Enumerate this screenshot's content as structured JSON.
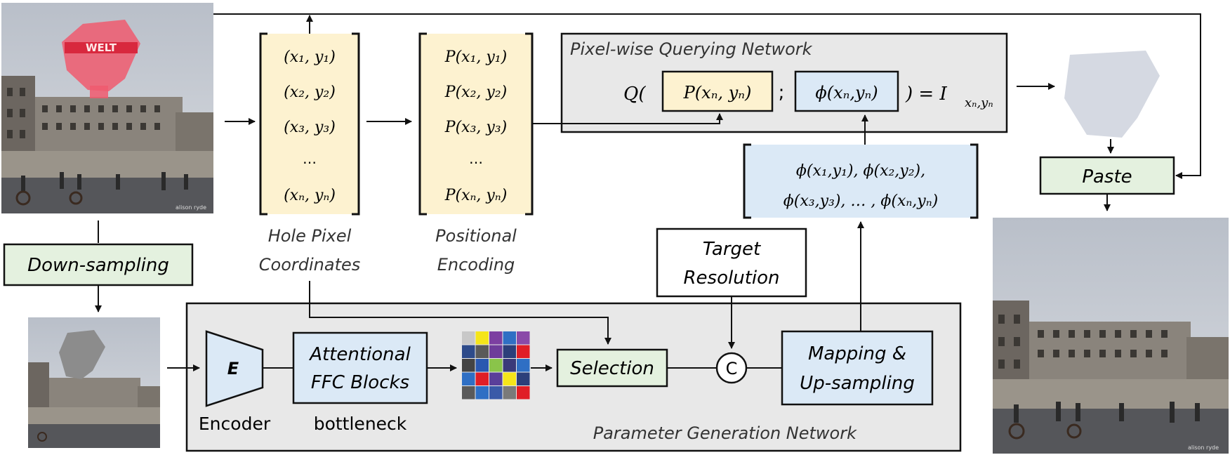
{
  "labels": {
    "downsampling": "Down-sampling",
    "hole_pixel_1": "Hole Pixel",
    "hole_pixel_2": "Coordinates",
    "positional_1": "Positional",
    "positional_2": "Encoding",
    "pqn_title": "Pixel-wise Querying Network",
    "target_1": "Target",
    "target_2": "Resolution",
    "paste": "Paste",
    "encoder_letter": "E",
    "encoder": "Encoder",
    "ffc_1": "Attentional",
    "ffc_2": "FFC Blocks",
    "bottleneck": "bottleneck",
    "selection": "Selection",
    "concat": "C",
    "mapping_1": "Mapping &",
    "mapping_2": "Up-sampling",
    "pgn_title": "Parameter Generation Network",
    "balloon_text": "WELT",
    "watermark": "alison ryde"
  },
  "coords": {
    "c1": "(x₁, y₁)",
    "c2": "(x₂, y₂)",
    "c3": "(x₃, y₃)",
    "dots": "…",
    "cn": "(xₙ, yₙ)"
  },
  "pos_enc": {
    "p1": "P(x₁, y₁)",
    "p2": "P(x₂, y₂)",
    "p3": "P(x₃, y₃)",
    "dots": "…",
    "pn": "P(xₙ, yₙ)"
  },
  "query": {
    "q_open": "Q(",
    "p_term": "P(xₙ, yₙ)",
    "semicolon": ";",
    "phi_term": "ϕ(xₙ,yₙ)",
    "result": ") = I",
    "result_sub": "xₙ,yₙ"
  },
  "phi_list": {
    "line1": "ϕ(x₁,y₁), ϕ(x₂,y₂),",
    "line2": "ϕ(x₃,y₃), … , ϕ(xₙ,yₙ)"
  },
  "colors": {
    "yellow_box": "#fdf2d0",
    "blue_box": "#dbe9f6",
    "green_box": "#e4f1df",
    "gray_panel": "#e8e8e8"
  },
  "feature_grid": [
    [
      "#c8c8c8",
      "#f5e51a",
      "#7c3fa1",
      "#2f6fc4",
      "#8a4aa8"
    ],
    [
      "#2e4b8a",
      "#5a5a5a",
      "#6e3c9a",
      "#2c3f7a",
      "#e01e26"
    ],
    [
      "#444444",
      "#2a58b0",
      "#8ac44a",
      "#3a3a7a",
      "#2f6fc4"
    ],
    [
      "#2f6fc4",
      "#e01e26",
      "#5a3f9a",
      "#f5e51a",
      "#2c3f7a"
    ],
    [
      "#5a5a5a",
      "#2f6fc4",
      "#3a5aa8",
      "#7a7a7a",
      "#e01e26"
    ]
  ]
}
